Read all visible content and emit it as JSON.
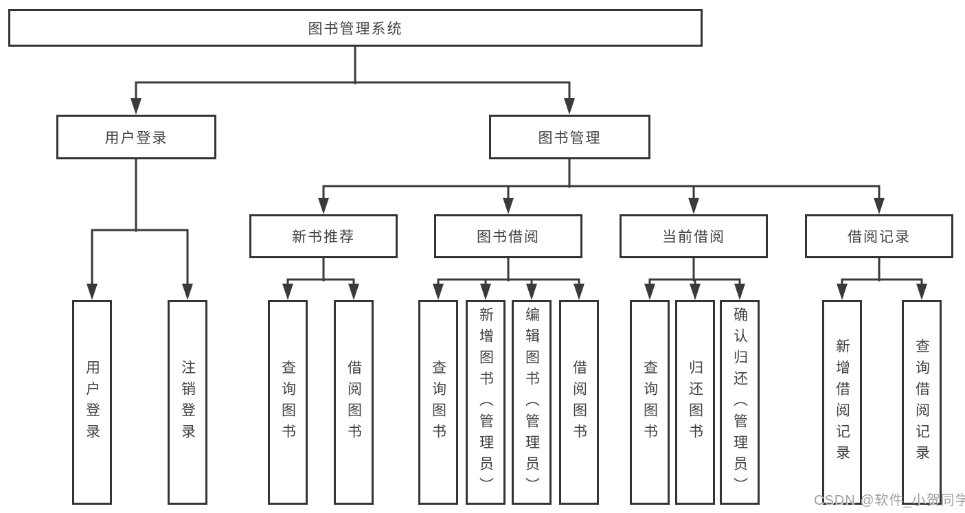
{
  "diagram_type": "hierarchy-tree",
  "colors": {
    "line": "#3a3a3a",
    "box_border": "#343434",
    "text": "#424242",
    "watermark": "#9ba0aa",
    "background": "#ffffff"
  },
  "watermark": "CSDN @软件_小贺同学",
  "tree": {
    "root": {
      "label": "图书管理系统",
      "children": [
        {
          "label": "用户登录",
          "children": [
            {
              "label": "用户登录"
            },
            {
              "label": "注销登录"
            }
          ]
        },
        {
          "label": "图书管理",
          "children": [
            {
              "label": "新书推荐",
              "children": [
                {
                  "label": "查询图书"
                },
                {
                  "label": "借阅图书"
                }
              ]
            },
            {
              "label": "图书借阅",
              "children": [
                {
                  "label": "查询图书"
                },
                {
                  "label": "新增图书（管理员）"
                },
                {
                  "label": "编辑图书（管理员）"
                },
                {
                  "label": "借阅图书"
                }
              ]
            },
            {
              "label": "当前借阅",
              "children": [
                {
                  "label": "查询图书"
                },
                {
                  "label": "归还图书"
                },
                {
                  "label": "确认归还（管理员）"
                }
              ]
            },
            {
              "label": "借阅记录",
              "children": [
                {
                  "label": "新增借阅记录"
                },
                {
                  "label": "查询借阅记录"
                }
              ]
            }
          ]
        }
      ]
    }
  }
}
